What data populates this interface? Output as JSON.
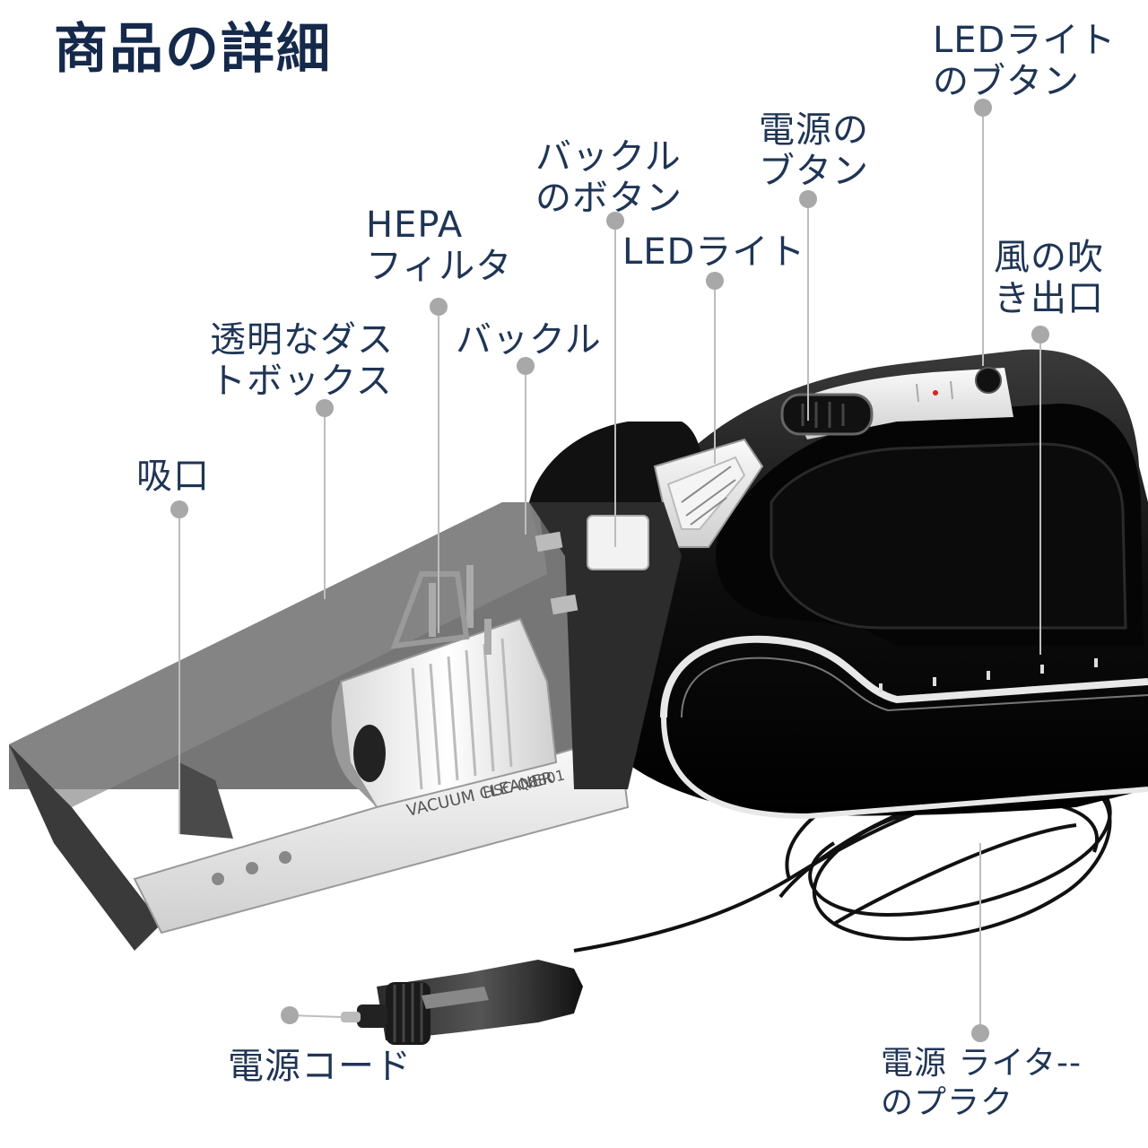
{
  "title": "商品の詳細",
  "labels": {
    "suction_port": [
      "吸口"
    ],
    "dust_box": [
      "透明なダス",
      "トボックス"
    ],
    "hepa_filter": [
      "HEPA",
      "フィルタ"
    ],
    "buckle": [
      "バックル"
    ],
    "buckle_button": [
      "バックル",
      "のボタン"
    ],
    "led_light": [
      "LEDライト"
    ],
    "power_button": [
      "電源の",
      "ブタン"
    ],
    "led_light_button": [
      "LEDライト",
      "のブタン"
    ],
    "air_outlet": [
      "風の吹",
      "き出口"
    ],
    "power_cord": [
      "電源コード"
    ],
    "lighter_plug": [
      "電源 ライタ--",
      "のプラク"
    ]
  },
  "device_text": {
    "brand_line": "VACUUM CLEANER",
    "model_line": "HSC-Q8801"
  },
  "colors": {
    "label_text": "#1f3556",
    "title_text": "#15294b",
    "leader_line": "#b8b8b8",
    "leader_dot": "#a8a8a8",
    "body_black": "#111111",
    "body_silver": "#e6e6e6"
  }
}
